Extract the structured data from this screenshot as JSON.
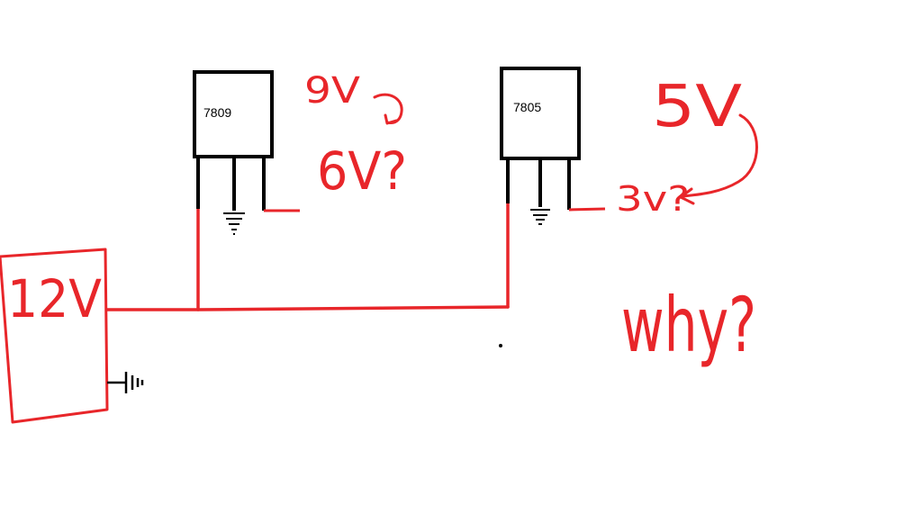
{
  "colors": {
    "wire_red": "#e8262a",
    "ink_black": "#000000",
    "background": "#ffffff"
  },
  "source": {
    "label": "12V"
  },
  "regulators": [
    {
      "id": "left",
      "label": "7809"
    },
    {
      "id": "right",
      "label": "7805"
    }
  ],
  "annotations": {
    "left_expected": "9V",
    "left_measured": "6V?",
    "right_expected": "5V",
    "right_measured": "3v?",
    "question": "why?"
  },
  "icons": [
    "ground-symbol-icon",
    "battery-ground-icon",
    "curved-arrow-icon"
  ]
}
